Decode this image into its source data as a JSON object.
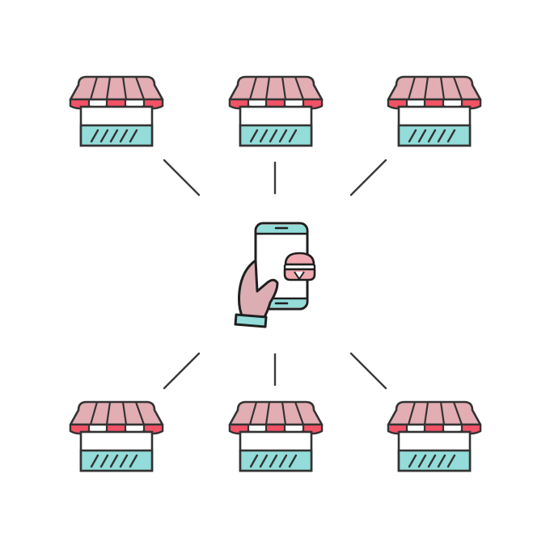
{
  "colors": {
    "background": "#ffffff",
    "outline": "#333333",
    "awning_pink": "#e2adb3",
    "awning_red": "#f25266",
    "window_teal": "#93dcd9",
    "hand_pink": "#dcaeb3",
    "cuff_teal": "#93dcd9",
    "screen_bar_teal": "#93dcd9",
    "burger_pink": "#f0a9b0",
    "white": "#ffffff"
  },
  "center": {
    "icon": "hand-holding-phone-food-app-icon",
    "screen_icon": "burger-icon"
  },
  "stores": [
    {
      "icon": "storefront-icon",
      "position": "top-left"
    },
    {
      "icon": "storefront-icon",
      "position": "top-center"
    },
    {
      "icon": "storefront-icon",
      "position": "top-right"
    },
    {
      "icon": "storefront-icon",
      "position": "bottom-left"
    },
    {
      "icon": "storefront-icon",
      "position": "bottom-center"
    },
    {
      "icon": "storefront-icon",
      "position": "bottom-right"
    }
  ]
}
